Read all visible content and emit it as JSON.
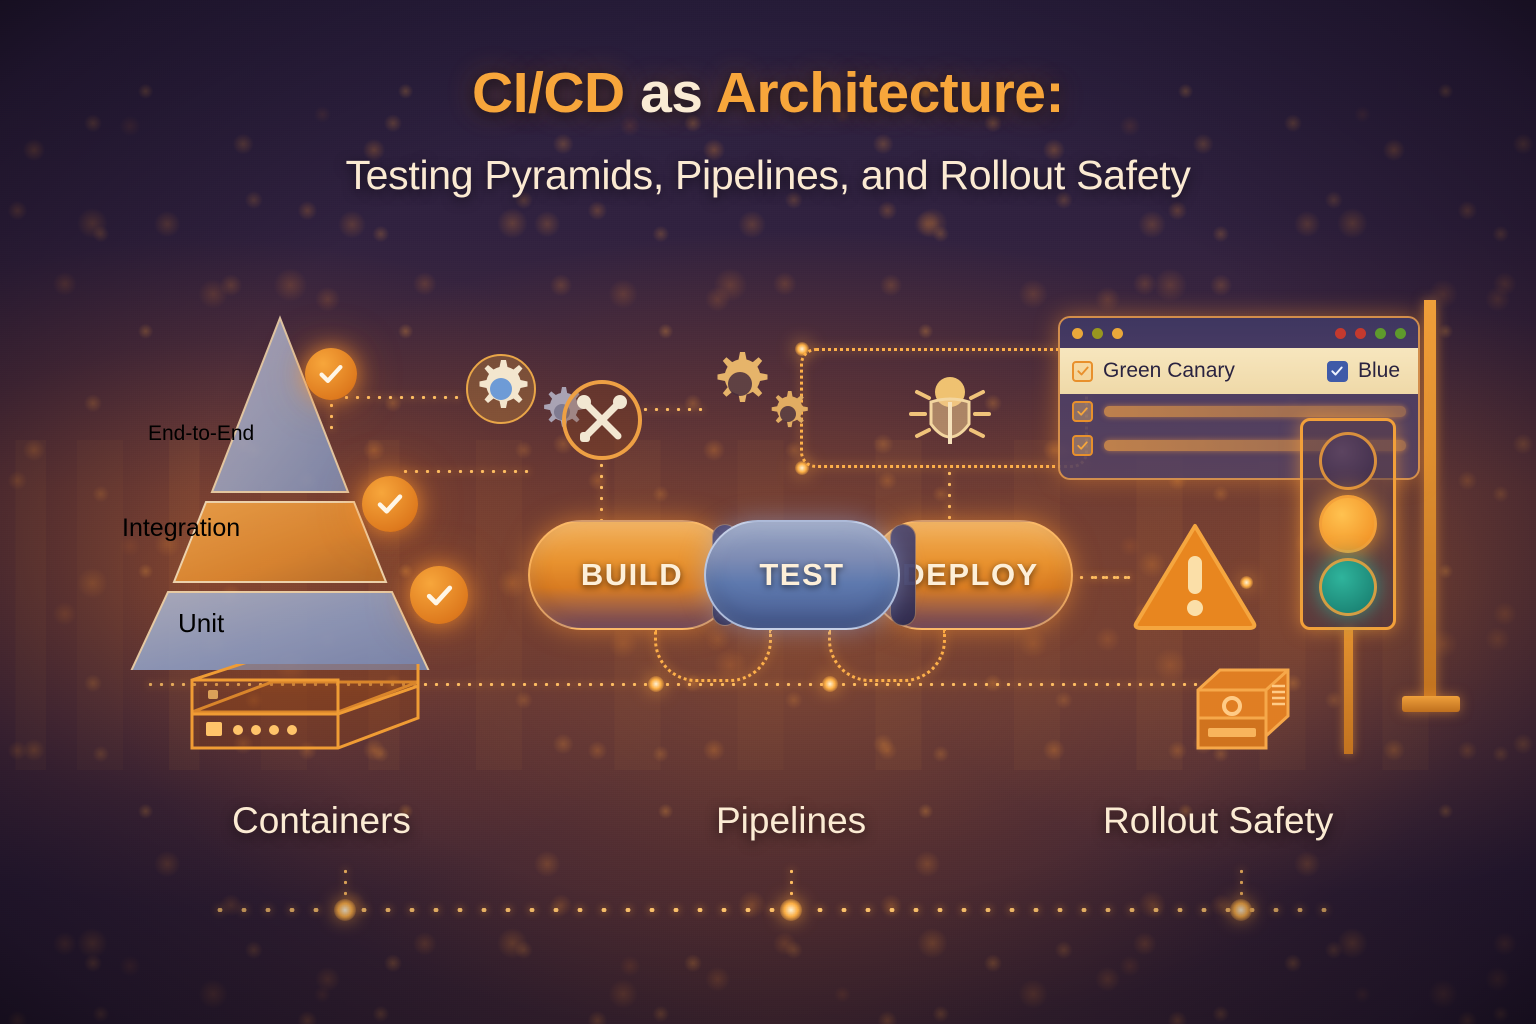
{
  "header": {
    "title_accent_1": "CI/CD",
    "title_plain": "as",
    "title_accent_2": "Architecture:",
    "subtitle": "Testing Pyramids, Pipelines, and Rollout Safety"
  },
  "pyramid": {
    "name": "testing-pyramid",
    "layers": [
      {
        "label": "End-to-End",
        "tone": "blue",
        "checked": true
      },
      {
        "label": "Integration",
        "tone": "orange",
        "checked": true
      },
      {
        "label": "Unit",
        "tone": "blue",
        "checked": true
      }
    ]
  },
  "pipeline": {
    "stages": [
      {
        "label": "BUILD",
        "tone": "orange"
      },
      {
        "label": "TEST",
        "tone": "blue"
      },
      {
        "label": "DEPLOY",
        "tone": "orange"
      }
    ]
  },
  "window": {
    "title_dots_left": [
      "#E9A83A",
      "#98971F",
      "#E9A83A"
    ],
    "title_dots_right": [
      "#C4392E",
      "#C4392E",
      "#5E9A2C",
      "#5E9A2C"
    ],
    "highlight_row": {
      "left_label": "Green Canary",
      "left_checkbox": "checked-orange",
      "right_label": "Blue",
      "right_checkbox": "checked-blue"
    },
    "rows": [
      {
        "checkbox": "checked-orange",
        "placeholder": ""
      },
      {
        "checkbox": "checked-orange",
        "placeholder": ""
      }
    ]
  },
  "traffic_light": {
    "lamps": [
      {
        "state": "off",
        "color": "#4A3552"
      },
      {
        "state": "on",
        "color": "#F7A02B"
      },
      {
        "state": "on",
        "color": "#1E8E7E"
      }
    ]
  },
  "icons": {
    "gear_blue": "gear-icon",
    "gear_grey": "gear-icon",
    "tools": "wrench-screwdriver-icon",
    "gear_large": "gear-icon",
    "gear_small": "gear-icon",
    "bug": "bug-icon",
    "warning": "warning-triangle-icon",
    "servers": "server-stack-icon",
    "appliance": "server-box-icon"
  },
  "footer": {
    "labels": [
      {
        "text": "Containers"
      },
      {
        "text": "Pipelines"
      },
      {
        "text": "Rollout Safety"
      }
    ]
  },
  "colors": {
    "accent_orange": "#F7A63B",
    "cream": "#FBEAD2",
    "deep_purple": "#2B2040",
    "pipeline_blue": "#5E79AE",
    "glow": "#FFB14A"
  }
}
